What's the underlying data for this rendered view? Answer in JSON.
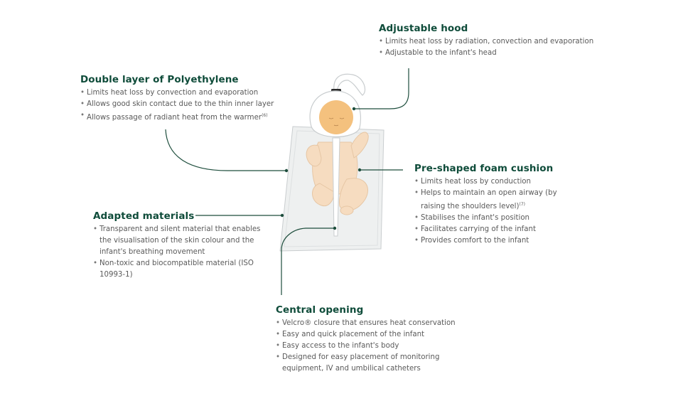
{
  "callouts": {
    "hood": {
      "title": "Adjustable hood",
      "items": [
        "Limits heat loss by radiation, convection and evaporation",
        "Adjustable to the infant's head"
      ]
    },
    "polyethylene": {
      "title": "Double layer of Polyethylene",
      "items": [
        "Limits heat loss by convection and evaporation",
        "Allows good skin contact due to the thin inner layer",
        "Allows passage of radiant heat from the warmer"
      ],
      "item3_ref": "(6)"
    },
    "cushion": {
      "title": "Pre-shaped foam cushion",
      "items": [
        "Limits heat loss by conduction",
        "Helps to maintain an open airway (by raising the shoulders level)",
        "Stabilises the infant's position",
        "Facilitates carrying of the infant",
        "Provides comfort to the infant"
      ],
      "item2_ref": "(7)"
    },
    "materials": {
      "title": "Adapted materials",
      "items": [
        "Transparent and silent material that enables the visualisation of the skin colour and the infant's breathing movement",
        "Non-toxic and biocompatible material (ISO 10993-1)"
      ]
    },
    "opening": {
      "title": "Central opening",
      "items": [
        "Velcro® closure that ensures heat conservation",
        "Easy and quick placement of the infant",
        "Easy access to the infant's body",
        "Designed for easy placement of monitoring equipment, IV and umbilical catheters"
      ]
    }
  },
  "colors": {
    "heading": "#0f4c3a",
    "text": "#5a5a5a",
    "leader": "#1d4d3c",
    "skin": "#f6dcc0",
    "face": "#f4c17e",
    "bag": "#eef0f0"
  }
}
